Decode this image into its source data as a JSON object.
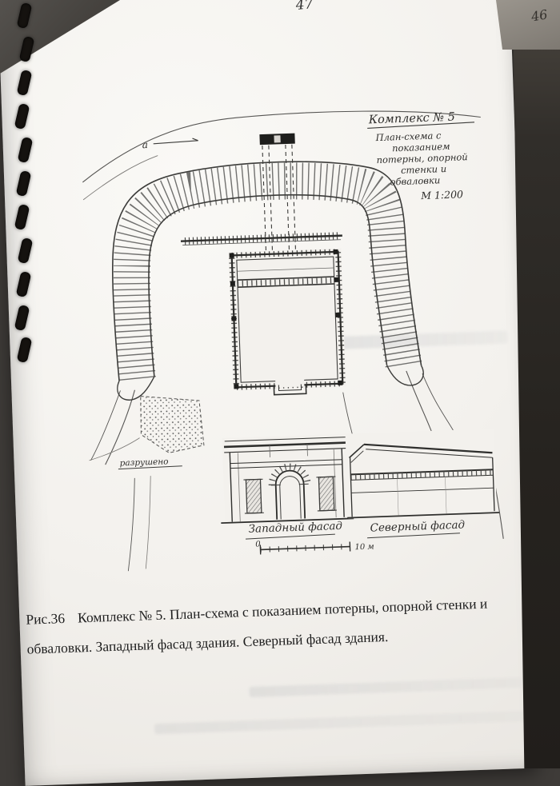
{
  "photo": {
    "corner_page_number": "46"
  },
  "page": {
    "page_number": "47"
  },
  "drawing": {
    "complex_title": "Комплекс № 5",
    "annotation_lines": [
      "План-схема с",
      "показанием",
      "потерны, опорной",
      "стенки и",
      "обваловки"
    ],
    "scale_note": "М 1:200",
    "section_marker": "a",
    "destroyed_label": "разрушено",
    "west_facade_label": "Западный фасад",
    "north_facade_label": "Северный фасад",
    "scale_bar": {
      "start": "0",
      "end": "10 м"
    }
  },
  "caption": {
    "figure_label": "Рис.36",
    "line1": "Комплекс № 5. План-схема с показанием потерны, опорной стенки и",
    "line2": "обваловки. Западный фасад здания. Северный фасад здания."
  }
}
